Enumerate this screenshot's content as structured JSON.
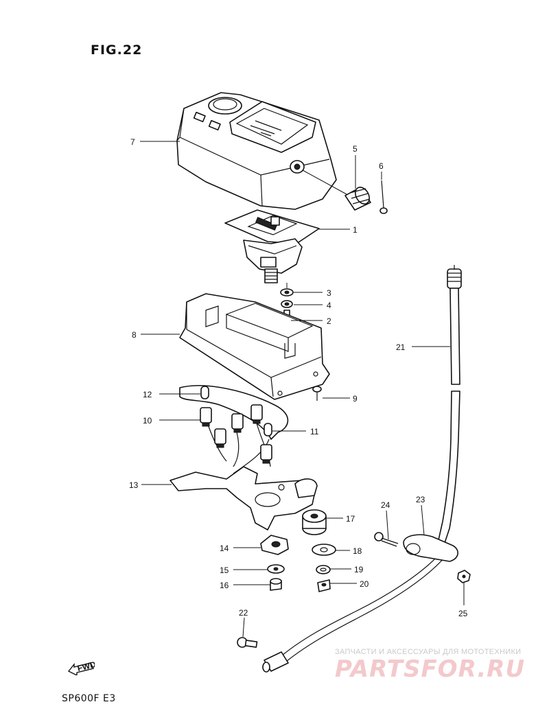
{
  "figure": {
    "title": "FIG.22",
    "model": "SP600F E3"
  },
  "watermark": {
    "tagline": "ЗАПЧАСТИ И АКСЕССУАРЫ ДЛЯ МОТОТЕХНИКИ",
    "brand": "PARTSFOR.RU"
  },
  "fwd_label": "FWD",
  "parts": [
    {
      "id": "1",
      "label": "1"
    },
    {
      "id": "2",
      "label": "2"
    },
    {
      "id": "3",
      "label": "3"
    },
    {
      "id": "4",
      "label": "4"
    },
    {
      "id": "5",
      "label": "5"
    },
    {
      "id": "6",
      "label": "6"
    },
    {
      "id": "7",
      "label": "7"
    },
    {
      "id": "8",
      "label": "8"
    },
    {
      "id": "9",
      "label": "9"
    },
    {
      "id": "10",
      "label": "10"
    },
    {
      "id": "11",
      "label": "11"
    },
    {
      "id": "12",
      "label": "12"
    },
    {
      "id": "13",
      "label": "13"
    },
    {
      "id": "14",
      "label": "14"
    },
    {
      "id": "15",
      "label": "15"
    },
    {
      "id": "16",
      "label": "16"
    },
    {
      "id": "17",
      "label": "17"
    },
    {
      "id": "18",
      "label": "18"
    },
    {
      "id": "19",
      "label": "19"
    },
    {
      "id": "20",
      "label": "20"
    },
    {
      "id": "21",
      "label": "21"
    },
    {
      "id": "22",
      "label": "22"
    },
    {
      "id": "23",
      "label": "23"
    },
    {
      "id": "24",
      "label": "24"
    },
    {
      "id": "25",
      "label": "25"
    }
  ],
  "colors": {
    "ink": "#111111",
    "watermark": "#f3c9cc"
  }
}
